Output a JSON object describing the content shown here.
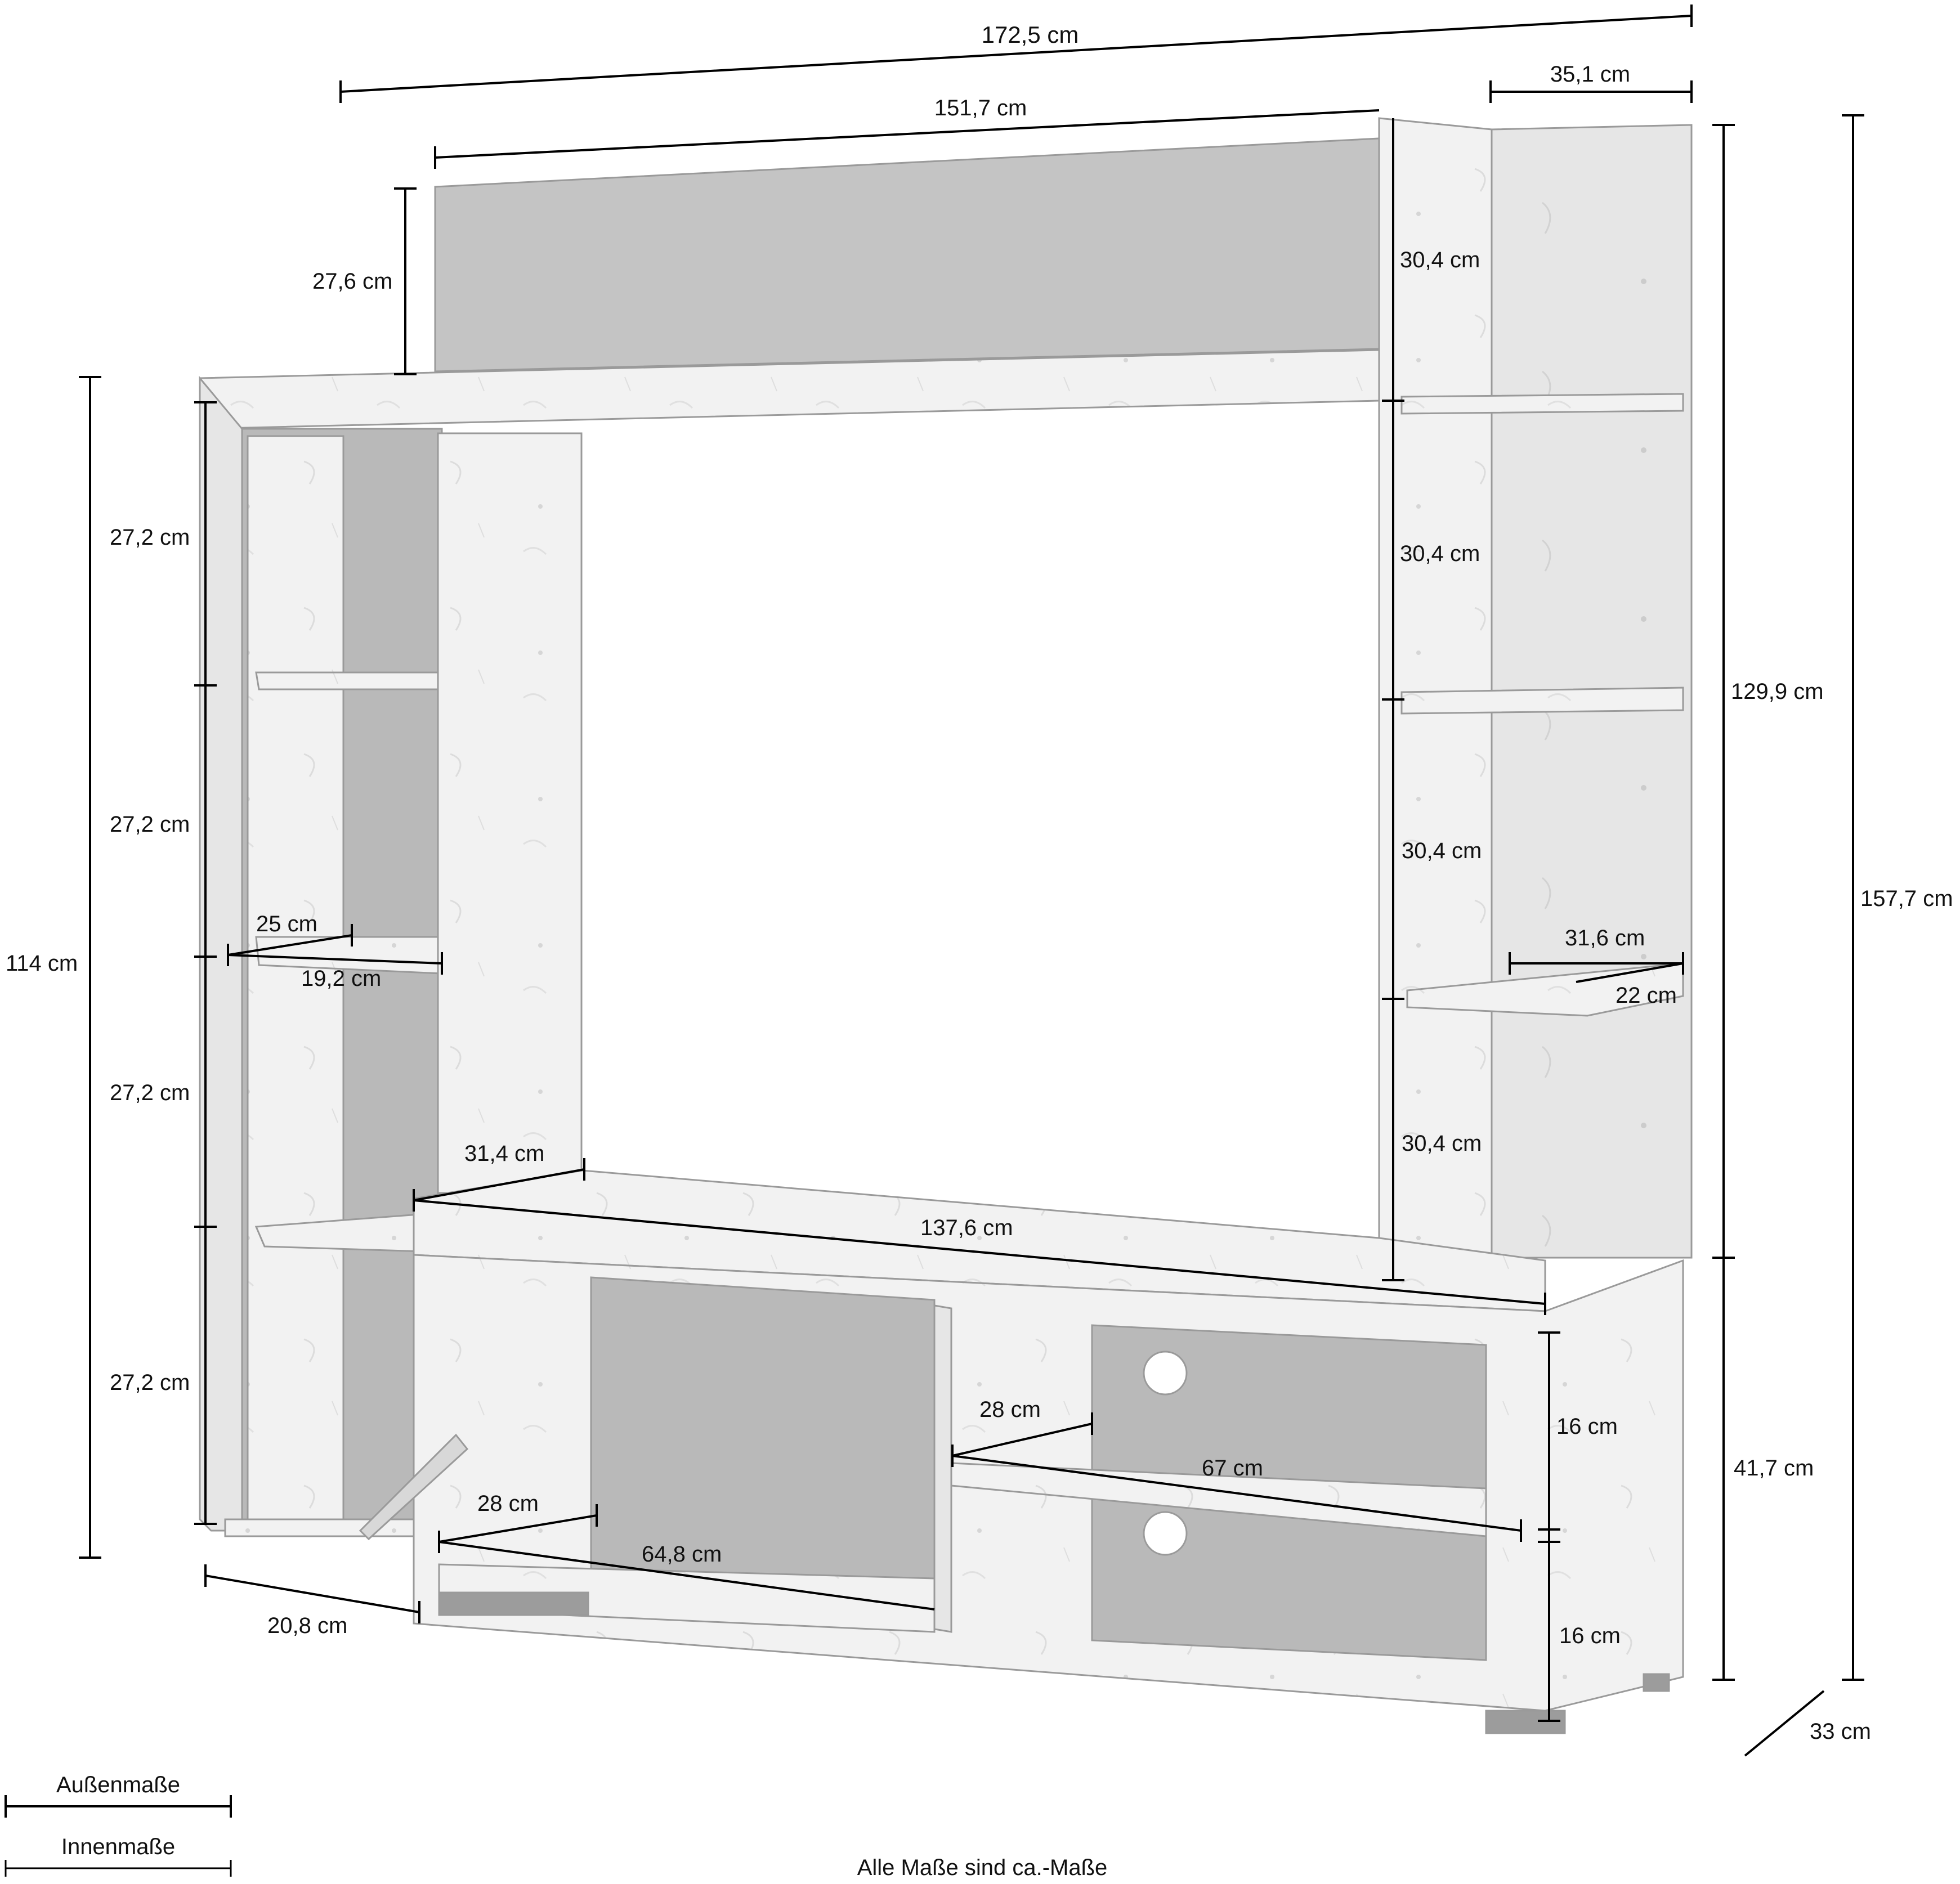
{
  "diagram": {
    "dimensions": {
      "overall_width": "172,5 cm",
      "side_module_width": "35,1 cm",
      "top_panel_width": "151,7 cm",
      "top_panel_height": "27,6 cm",
      "left_module_height": "114 cm",
      "left_compartment_1": "27,2 cm",
      "left_compartment_2": "27,2 cm",
      "left_compartment_3": "27,2 cm",
      "left_compartment_4": "27,2 cm",
      "left_shelf_outer_width": "25 cm",
      "left_shelf_inner_width": "19,2 cm",
      "left_base_depth": "20,8 cm",
      "column_depth": "31,4 cm",
      "tv_shelf_width": "137,6 cm",
      "right_compartment_1": "30,4 cm",
      "right_compartment_2": "30,4 cm",
      "right_compartment_3": "30,4 cm",
      "right_compartment_4": "30,4 cm",
      "right_shelf_outer_width": "31,6 cm",
      "right_shelf_inner_width": "22 cm",
      "right_upper_height": "129,9 cm",
      "total_height": "157,7 cm",
      "lowboard_height": "41,7 cm",
      "lowboard_depth": "33 cm",
      "lowboard_compartment_upper": "16 cm",
      "lowboard_compartment_lower": "16 cm",
      "lowboard_open_shelf_depth": "28 cm",
      "lowboard_open_shelf_width": "67 cm",
      "flap_depth": "28 cm",
      "flap_width": "64,8 cm"
    },
    "legend": {
      "outer": "Außenmaße",
      "inner": "Innenmaße"
    },
    "footnote": "Alle Maße sind ca.-Maße"
  }
}
